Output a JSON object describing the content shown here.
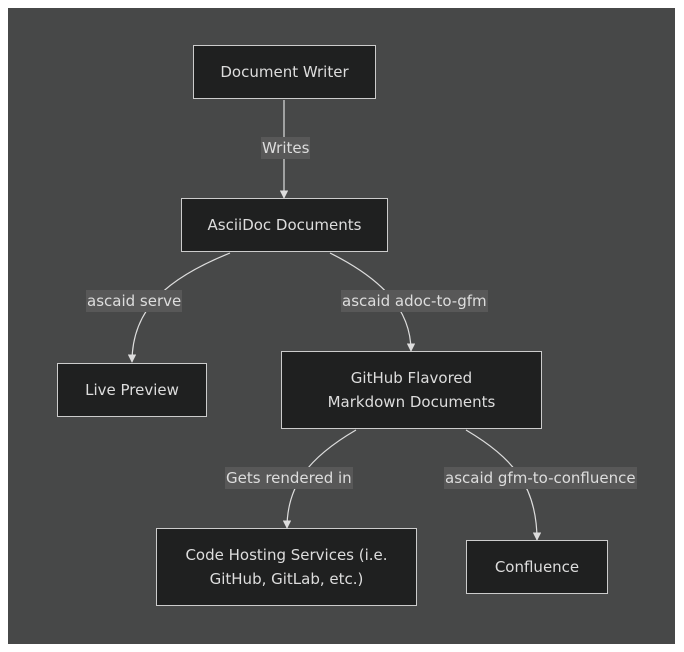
{
  "diagram": {
    "nodes": {
      "writer": "Document Writer",
      "asciidoc": "AsciiDoc Documents",
      "preview": "Live Preview",
      "gfm": "GitHub Flavored Markdown Documents",
      "hosting": "Code Hosting Services (i.e. GitHub, GitLab, etc.)",
      "confluence": "Confluence"
    },
    "edges": {
      "writes": "Writes",
      "serve": "ascaid serve",
      "adoc_to_gfm": "ascaid adoc-to-gfm",
      "rendered": "Gets rendered in",
      "gfm_to_confluence": "ascaid gfm-to-confluence"
    }
  },
  "colors": {
    "background": "#474848",
    "node_fill": "#1f2020",
    "node_border": "#cccccc",
    "edge_line": "#dddddd",
    "label_bg": "#585858",
    "text": "#dddddd"
  }
}
